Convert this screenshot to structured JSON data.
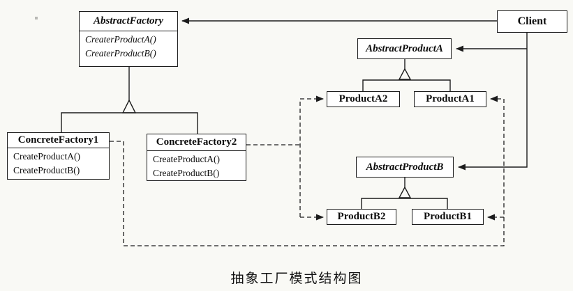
{
  "caption": "抽象工厂模式结构图",
  "classes": {
    "abstract_factory": {
      "title": "AbstractFactory",
      "methods": [
        "CreaterProductA()",
        "CreaterProductB()"
      ]
    },
    "client": {
      "title": "Client"
    },
    "abstract_product_a": {
      "title": "AbstractProductA"
    },
    "product_a2": {
      "title": "ProductA2"
    },
    "product_a1": {
      "title": "ProductA1"
    },
    "abstract_product_b": {
      "title": "AbstractProductB"
    },
    "product_b2": {
      "title": "ProductB2"
    },
    "product_b1": {
      "title": "ProductB1"
    },
    "concrete_factory_1": {
      "title": "ConcreteFactory1",
      "methods": [
        "CreateProductA()",
        "CreateProductB()"
      ]
    },
    "concrete_factory_2": {
      "title": "ConcreteFactory2",
      "methods": [
        "CreateProductA()",
        "CreateProductB()"
      ]
    }
  },
  "relationships": [
    {
      "from": "Client",
      "to": "AbstractFactory",
      "type": "association-arrow"
    },
    {
      "from": "Client",
      "to": "AbstractProductA",
      "type": "association-arrow"
    },
    {
      "from": "Client",
      "to": "AbstractProductB",
      "type": "association-arrow"
    },
    {
      "from": "ConcreteFactory1",
      "to": "AbstractFactory",
      "type": "generalization"
    },
    {
      "from": "ConcreteFactory2",
      "to": "AbstractFactory",
      "type": "generalization"
    },
    {
      "from": "ProductA2",
      "to": "AbstractProductA",
      "type": "generalization"
    },
    {
      "from": "ProductA1",
      "to": "AbstractProductA",
      "type": "generalization"
    },
    {
      "from": "ProductB2",
      "to": "AbstractProductB",
      "type": "generalization"
    },
    {
      "from": "ProductB1",
      "to": "AbstractProductB",
      "type": "generalization"
    },
    {
      "from": "ConcreteFactory1",
      "to": "ProductA1",
      "type": "dashed-dependency"
    },
    {
      "from": "ConcreteFactory1",
      "to": "ProductB1",
      "type": "dashed-dependency"
    },
    {
      "from": "ConcreteFactory2",
      "to": "ProductA2",
      "type": "dashed-dependency"
    },
    {
      "from": "ConcreteFactory2",
      "to": "ProductB2",
      "type": "dashed-dependency"
    }
  ],
  "colors": {
    "line": "#1c1c1c",
    "box_fill": "#ffffff",
    "background": "#f9f9f5",
    "text": "#0d0d0d"
  }
}
